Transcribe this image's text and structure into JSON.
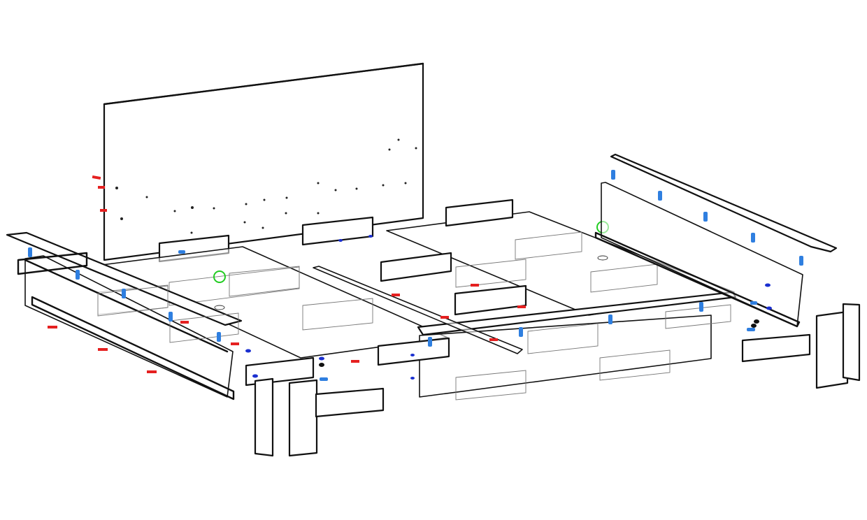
{
  "diagram": {
    "subject": "bed-frame-exploded-assembly",
    "colors": {
      "background": "#ffffff",
      "outline": "#111111",
      "hidden_line": "#777777",
      "dowel": "#e52020",
      "bolt": "#2f7fe0",
      "cam_lock": "#1a2fd0",
      "connector": "#22cc22",
      "nut": "#111111"
    },
    "parts": [
      {
        "name": "headboard",
        "icon": "headboard-panel"
      },
      {
        "name": "left-slat-base",
        "icon": "slat-panel"
      },
      {
        "name": "right-slat-base",
        "icon": "slat-panel"
      },
      {
        "name": "left-side-rail",
        "icon": "rail-panel"
      },
      {
        "name": "right-side-rail",
        "icon": "rail-panel"
      },
      {
        "name": "foot-rail",
        "icon": "rail-panel"
      },
      {
        "name": "center-beam",
        "icon": "beam"
      },
      {
        "name": "legs",
        "icon": "leg-block"
      }
    ]
  }
}
